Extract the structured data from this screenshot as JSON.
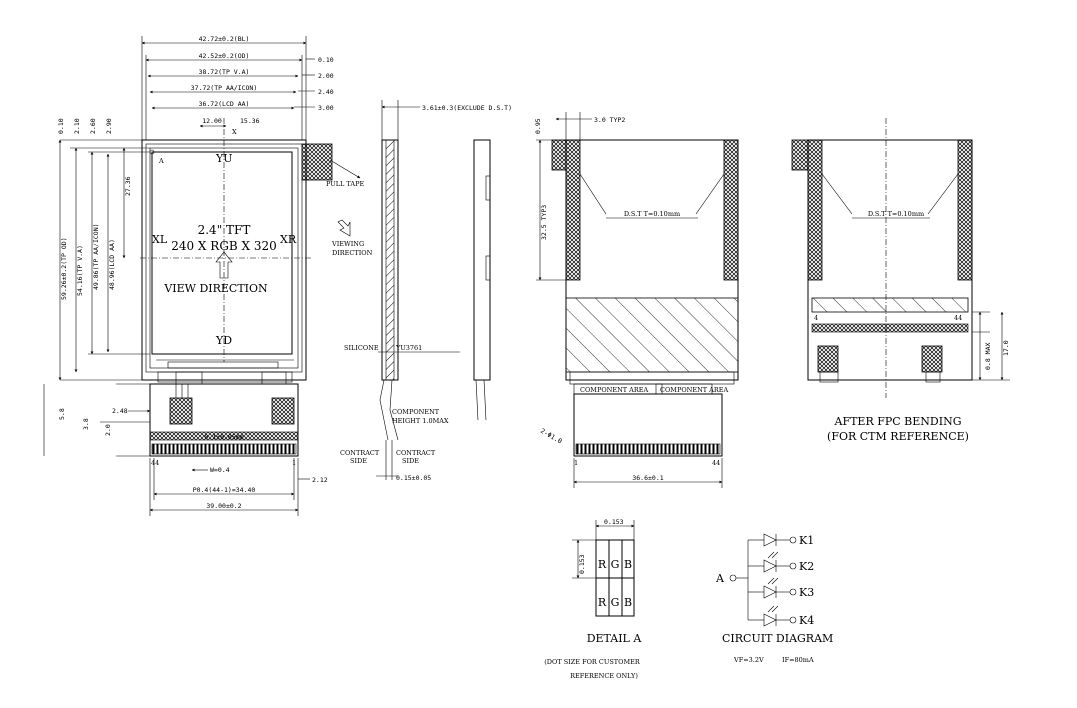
{
  "front": {
    "dims_top": [
      "42.72±0.2(BL)",
      "42.52±0.2(OD)",
      "38.72(TP V.A)",
      "37.72(TP AA/ICON)",
      "36.72(LCD AA)",
      "12.00",
      "15.36"
    ],
    "dims_right": [
      "0.10",
      "2.00",
      "2.40",
      "3.00"
    ],
    "dims_left_top": [
      "0.10",
      "2.10",
      "2.60",
      "2.90"
    ],
    "dims_vertical": [
      "59.26±0.2(TP OD)",
      "54.16(TP V.A)",
      "49.86(TP AA/ICON)",
      "48.96(LCD AA)",
      "27.36"
    ],
    "dims_bottom": [
      "5.8",
      "3.8",
      "2.0",
      "2.48",
      "W=0.4",
      "P0.4(44-1)=34.40",
      "39.00±0.2",
      "2.12",
      "0.1±0.05mm"
    ],
    "labels": {
      "x_axis": "X",
      "point_a": "A",
      "yu": "YU",
      "yd": "YD",
      "xl": "XL",
      "xr": "XR",
      "size": "2.4\" TFT",
      "resolution": "240 X RGB X 320",
      "view_direction": "VIEW DIRECTION",
      "pull_tape": "PULL TAPE",
      "pin_1": "1",
      "pin_44": "44"
    }
  },
  "side": {
    "thickness": "3.61±0.3(EXCLUDE D.S.T)",
    "viewing_direction_1": "VIEWING",
    "viewing_direction_2": "DIRECTION",
    "silicone": "SILICONE",
    "part": "YU3761",
    "component_1": "COMPONENT",
    "component_2": "HEIGHT 1.0MAX",
    "contact_side_a_1": "CONTRACT",
    "contact_side_a_2": "SIDE",
    "contact_side_b_1": "CONTRACT",
    "contact_side_b_2": "SIDE",
    "fpc_thickness": "0.15±0.05"
  },
  "back": {
    "dim_top": "0.95",
    "typ": "3.0 TYP2",
    "tape_height": "32.5 TYP3",
    "dst": "D.S.T T=0.10mm",
    "component_area_1": "COMPONENT AREA",
    "component_area_2": "COMPONENT AREA",
    "hole": "2-Φ1.0",
    "width": "36.6±0.1",
    "pin_1": "1",
    "pin_44": "44"
  },
  "bent": {
    "dst": "D.S.T T=0.10mm",
    "pin_4": "4",
    "pin_44": "44",
    "bend_dim": "0.8 MAX",
    "height": "17.0",
    "title_1": "AFTER FPC BENDING",
    "title_2": "(FOR CTM REFERENCE)"
  },
  "detail": {
    "pitch_h": "0.153",
    "pitch_v": "0.153",
    "cells": [
      "R",
      "G",
      "B",
      "R",
      "G",
      "B"
    ],
    "title": "DETAIL A",
    "note_1": "(DOT SIZE FOR CUSTOMER",
    "note_2": "REFERENCE ONLY)"
  },
  "circuit": {
    "anode": "A",
    "cathodes": [
      "K1",
      "K2",
      "K3",
      "K4"
    ],
    "title": "CIRCUIT DIAGRAM",
    "vf": "VF=3.2V",
    "if": "IF=80mA"
  }
}
